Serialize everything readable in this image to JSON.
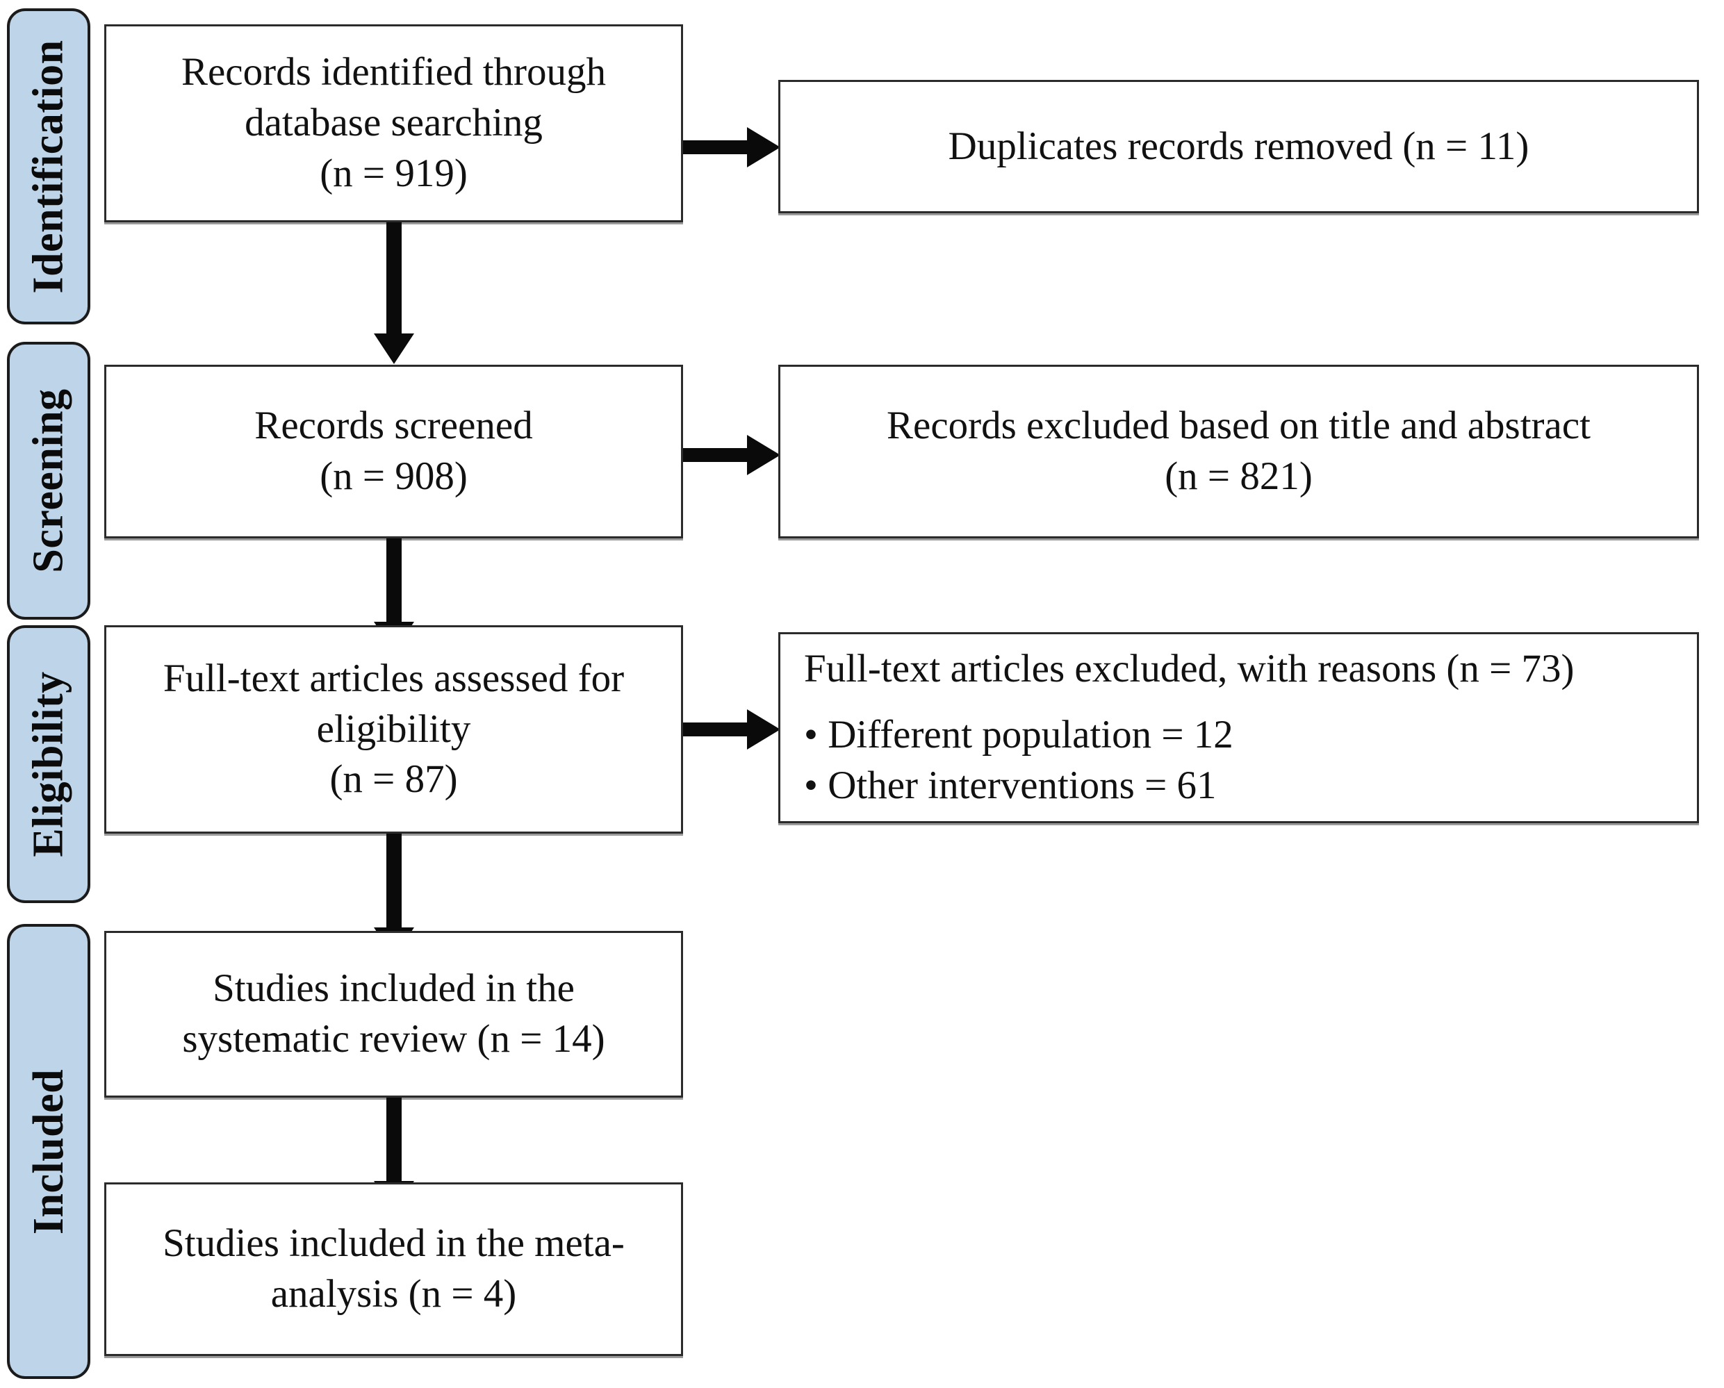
{
  "diagram": {
    "title": "PRISMA flow diagram",
    "accent_color": "#bdd4e9",
    "border_color": "#2b2b2b",
    "arrow_color": "#0a0a0a",
    "background_color": "#ffffff"
  },
  "stages": [
    {
      "id": "identification",
      "label": "Identification"
    },
    {
      "id": "screening",
      "label": "Screening"
    },
    {
      "id": "eligibility",
      "label": "Eligibility"
    },
    {
      "id": "included",
      "label": "Included"
    }
  ],
  "flow": {
    "identified": {
      "line1": "Records identified through",
      "line2": "database searching",
      "line3": "(n = 919)",
      "n": 919
    },
    "duplicates_removed": {
      "text": "Duplicates records removed (n = 11)",
      "n": 11
    },
    "screened": {
      "line1": "Records screened",
      "line2": "(n = 908)",
      "n": 908
    },
    "excluded_title_abstract": {
      "line1": "Records excluded based on title and abstract",
      "line2": "(n = 821)",
      "n": 821
    },
    "fulltext_assessed": {
      "line1": "Full-text articles assessed for",
      "line2": "eligibility",
      "line3": "(n = 87)",
      "n": 87
    },
    "fulltext_excluded": {
      "heading": "Full-text articles excluded, with reasons (n = 73)",
      "n": 73,
      "reason1": "• Different population = 12",
      "reason2": "• Other interventions = 61"
    },
    "included_systematic": {
      "line1": "Studies included in the",
      "line2": "systematic review (n = 14)",
      "n": 14
    },
    "included_meta": {
      "line1": "Studies included in the meta-",
      "line2": "analysis (n = 4)",
      "n": 4
    }
  },
  "chart_data": {
    "type": "diagram",
    "title": "PRISMA flow diagram",
    "nodes": [
      {
        "id": "identified",
        "stage": "Identification",
        "label": "Records identified through database searching (n = 919)",
        "n": 919,
        "column": "left"
      },
      {
        "id": "duplicates_removed",
        "stage": "Identification",
        "label": "Duplicates records removed (n = 11)",
        "n": 11,
        "column": "right"
      },
      {
        "id": "screened",
        "stage": "Screening",
        "label": "Records screened (n = 908)",
        "n": 908,
        "column": "left"
      },
      {
        "id": "excluded_title_abstract",
        "stage": "Screening",
        "label": "Records excluded based on title and abstract (n = 821)",
        "n": 821,
        "column": "right"
      },
      {
        "id": "fulltext_assessed",
        "stage": "Eligibility",
        "label": "Full-text articles assessed for eligibility (n = 87)",
        "n": 87,
        "column": "left"
      },
      {
        "id": "fulltext_excluded",
        "stage": "Eligibility",
        "label": "Full-text articles excluded, with reasons (n = 73)",
        "n": 73,
        "column": "right",
        "reasons": [
          {
            "label": "Different population",
            "n": 12
          },
          {
            "label": "Other interventions",
            "n": 61
          }
        ]
      },
      {
        "id": "included_systematic",
        "stage": "Included",
        "label": "Studies included in the systematic review (n = 14)",
        "n": 14,
        "column": "left"
      },
      {
        "id": "included_meta",
        "stage": "Included",
        "label": "Studies included in the meta-analysis (n = 4)",
        "n": 4,
        "column": "left"
      }
    ],
    "edges": [
      {
        "from": "identified",
        "to": "duplicates_removed",
        "direction": "right"
      },
      {
        "from": "identified",
        "to": "screened",
        "direction": "down"
      },
      {
        "from": "screened",
        "to": "excluded_title_abstract",
        "direction": "right"
      },
      {
        "from": "screened",
        "to": "fulltext_assessed",
        "direction": "down"
      },
      {
        "from": "fulltext_assessed",
        "to": "fulltext_excluded",
        "direction": "right"
      },
      {
        "from": "fulltext_assessed",
        "to": "included_systematic",
        "direction": "down"
      },
      {
        "from": "included_systematic",
        "to": "included_meta",
        "direction": "down"
      }
    ]
  }
}
